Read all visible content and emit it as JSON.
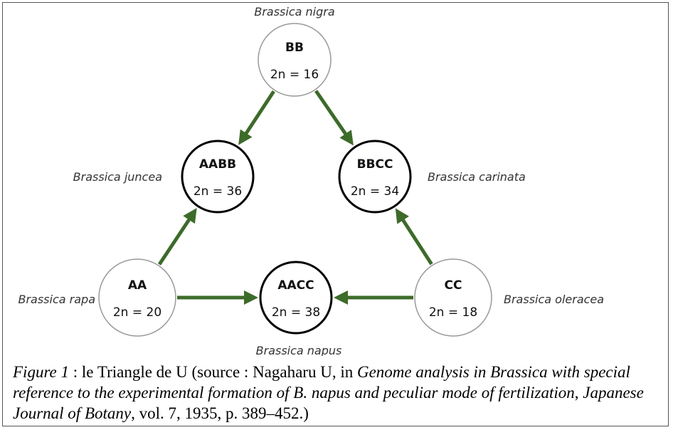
{
  "diagram": {
    "nodes": [
      {
        "id": "BB",
        "genome": "BB",
        "chromosomes": "2n = 16",
        "species": "Brassica nigra",
        "diploid": true
      },
      {
        "id": "AA",
        "genome": "AA",
        "chromosomes": "2n = 20",
        "species": "Brassica rapa",
        "diploid": true
      },
      {
        "id": "CC",
        "genome": "CC",
        "chromosomes": "2n = 18",
        "species": "Brassica oleracea",
        "diploid": true
      },
      {
        "id": "AABB",
        "genome": "AABB",
        "chromosomes": "2n = 36",
        "species": "Brassica juncea",
        "diploid": false
      },
      {
        "id": "BBCC",
        "genome": "BBCC",
        "chromosomes": "2n = 34",
        "species": "Brassica carinata",
        "diploid": false
      },
      {
        "id": "AACC",
        "genome": "AACC",
        "chromosomes": "2n = 38",
        "species": "Brassica napus",
        "diploid": false
      }
    ],
    "edges": [
      {
        "from": "BB",
        "to": "AABB"
      },
      {
        "from": "BB",
        "to": "BBCC"
      },
      {
        "from": "AA",
        "to": "AABB"
      },
      {
        "from": "AA",
        "to": "AACC"
      },
      {
        "from": "CC",
        "to": "BBCC"
      },
      {
        "from": "CC",
        "to": "AACC"
      }
    ],
    "arrow_color": "#3d6b2a"
  },
  "caption": {
    "figure": "Figure 1",
    "sep": " : le Triangle de U (source : Nagaharu U, in ",
    "title": "Genome analysis in Brassica with special reference to the experimental formation of B. napus and peculiar mode of fertilization",
    "comma": ", ",
    "journal": "Japanese Journal of Botany",
    "rest": ", vol. 7, 1935, p. 389–452.)"
  }
}
